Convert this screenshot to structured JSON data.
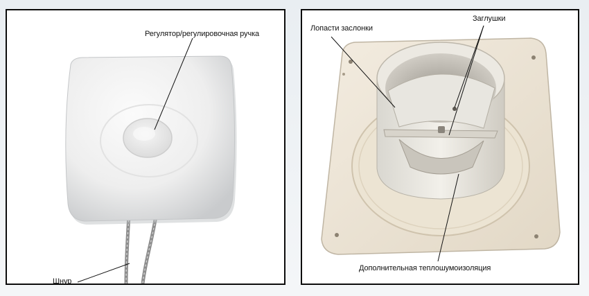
{
  "left_photo": {
    "label_regulator": "Регулятор/регулировочная ручка",
    "label_cord": "Шнур"
  },
  "right_photo": {
    "label_blades": "Лопасти заслонки",
    "label_plugs": "Заглушки",
    "label_insulation": "Дополнительная теплошумоизоляция"
  }
}
